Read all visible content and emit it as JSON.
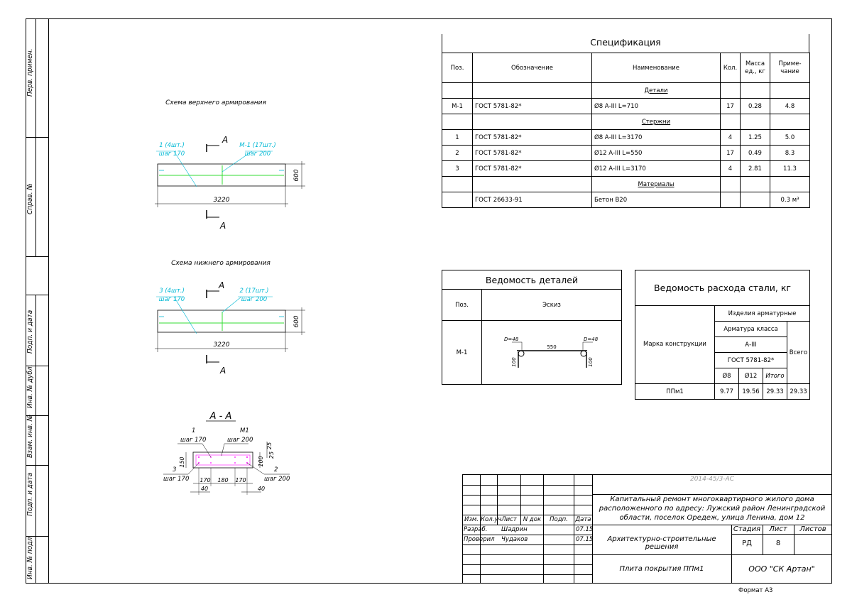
{
  "side_labels": [
    "Перв. примен.",
    "Справ. №",
    "Подп. и дата",
    "Инв. № дубл.",
    "Взам. инв. №",
    "Подп. и дата",
    "Инв. № подл."
  ],
  "schemes": {
    "top_title": "Схема верхнего армирования",
    "bottom_title": "Схема нижнего армирования",
    "section_marker": "А",
    "length": "3220",
    "height": "600",
    "top_labels": {
      "left_a": "1 (4шт.)",
      "left_b": "шаг 170",
      "right_a": "М-1 (17шт.)",
      "right_b": "шаг 200"
    },
    "bottom_labels": {
      "left_a": "3 (4шт.)",
      "left_b": "шаг 170",
      "right_a": "2 (17шт.)",
      "right_b": "шаг 200"
    },
    "section": {
      "title": "А - А",
      "label_1": "1",
      "label_1_step": "шаг 170",
      "label_m1": "М1",
      "label_m1_step": "шаг 200",
      "label_3": "3",
      "label_3_step": "шаг 170",
      "label_2": "2",
      "label_2_step": "шаг 200",
      "dim_150": "150",
      "dim_100": "100",
      "dim_25a": "25",
      "dim_25b": "25",
      "dim_170a": "170",
      "dim_180": "180",
      "dim_170b": "170",
      "dim_40a": "40",
      "dim_40b": "40"
    }
  },
  "spec": {
    "title": "Спецификация",
    "headers": [
      "Поз.",
      "Обозначение",
      "Наименование",
      "Кол.",
      "Масса ед., кг",
      "Приме- чание"
    ],
    "section_details": "Детали",
    "section_rods": "Стержни",
    "section_materials": "Материалы",
    "rows_details": [
      [
        "М-1",
        "ГОСТ 5781-82*",
        "Ø8 А-III L=710",
        "17",
        "0.28",
        "4.8"
      ]
    ],
    "rows_rods": [
      [
        "1",
        "ГОСТ 5781-82*",
        "Ø8 А-III L=3170",
        "4",
        "1.25",
        "5.0"
      ],
      [
        "2",
        "ГОСТ 5781-82*",
        "Ø12 А-III L=550",
        "17",
        "0.49",
        "8.3"
      ],
      [
        "3",
        "ГОСТ 5781-82*",
        "Ø12 А-III L=3170",
        "4",
        "2.81",
        "11.3"
      ]
    ],
    "rows_materials": [
      [
        "",
        "ГОСТ 26633-91",
        "Бетон В20",
        "",
        "",
        "0.3 м³"
      ]
    ]
  },
  "details": {
    "title": "Ведомость деталей",
    "col_pos": "Поз.",
    "col_sketch": "Эскиз",
    "pos": "М-1",
    "sketch": {
      "d_left": "D=48",
      "d_right": "D=48",
      "len": "550",
      "h_left": "100",
      "h_right": "100"
    }
  },
  "steel": {
    "title": "Ведомость расхода стали, кг",
    "mark_header": "Марка конструкции",
    "group": "Изделия арматурные",
    "class_header": "Арматура класса",
    "class": "А-III",
    "gost": "ГОСТ 5781-82*",
    "total_header": "Всего",
    "cols": [
      "Ø8",
      "Ø12",
      "Итого"
    ],
    "row": [
      "ППм1",
      "9.77",
      "19.56",
      "29.33",
      "29.33"
    ]
  },
  "stamp": {
    "code": "2014-45/3-АС",
    "project": "Капитальный ремонт многоквартирного жилого дома расположенного по адресу: Лужский район Ленинградской области, поселок Оредеж, улица Ленина, дом 12",
    "project_lines": [
      "Капитальный ремонт многоквартирного жилого дома",
      "расположенного по адресу: Лужский район Ленинградской",
      "области, поселок Оредеж, улица Ленина, дом 12"
    ],
    "col_heads": [
      "Изм.",
      "Кол.уч",
      "Лист",
      "N док",
      "Подп.",
      "Дата"
    ],
    "row1": [
      "Разраб.",
      "Шадрин",
      "07.15"
    ],
    "row2": [
      "Проверил",
      "Чудаков",
      "07.15"
    ],
    "section_name": "Архитектурно-строительные решения",
    "stage_head": "Стадия",
    "sheet_head": "Лист",
    "sheets_head": "Листов",
    "stage": "РД",
    "sheet": "8",
    "sheets": "",
    "item": "Плита покрытия ППм1",
    "org": "ООО \"СК Артан\""
  },
  "format": "Формат А3"
}
